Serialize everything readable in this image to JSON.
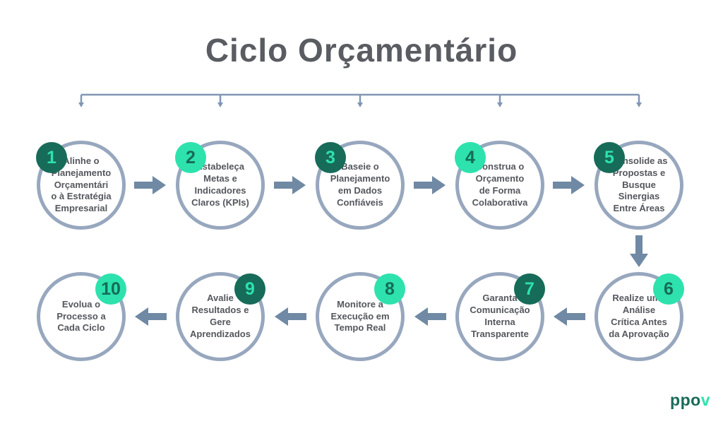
{
  "title": "Ciclo Orçamentário",
  "colors": {
    "background": "#FFFFFF",
    "title_text": "#595C61",
    "step_text": "#54575D",
    "circle_stroke": "#97A7BE",
    "bracket": "#8196B4",
    "arrow": "#7089A4",
    "teal_dark": "#176B59",
    "teal_light": "#2DE2AD"
  },
  "steps": [
    {
      "number": "1",
      "label": "Alinhe o\nPlanejamento\nOrçamentári\no à Estratégia\nEmpresarial"
    },
    {
      "number": "2",
      "label": "Estabeleça\nMetas e\nIndicadores\nClaros (KPIs)"
    },
    {
      "number": "3",
      "label": "Baseie o\nPlanejamento\nem Dados\nConfiáveis"
    },
    {
      "number": "4",
      "label": "Construa o\nOrçamento\nde Forma\nColaborativa"
    },
    {
      "number": "5",
      "label": "Consolide as\nPropostas e\nBusque\nSinergias\nEntre Áreas"
    },
    {
      "number": "6",
      "label": "Realize uma\nAnálise\nCrítica Antes\nda Aprovação"
    },
    {
      "number": "7",
      "label": "Garanta\nComunicação\nInterna\nTransparente"
    },
    {
      "number": "8",
      "label": "Monitore a\nExecução em\nTempo Real"
    },
    {
      "number": "9",
      "label": "Avalie\nResultados e\nGere\nAprendizados"
    },
    {
      "number": "10",
      "label": "Evolua o\nProcesso a\nCada Ciclo"
    }
  ],
  "logo": {
    "text_primary": "ppo",
    "text_accent": "v"
  }
}
